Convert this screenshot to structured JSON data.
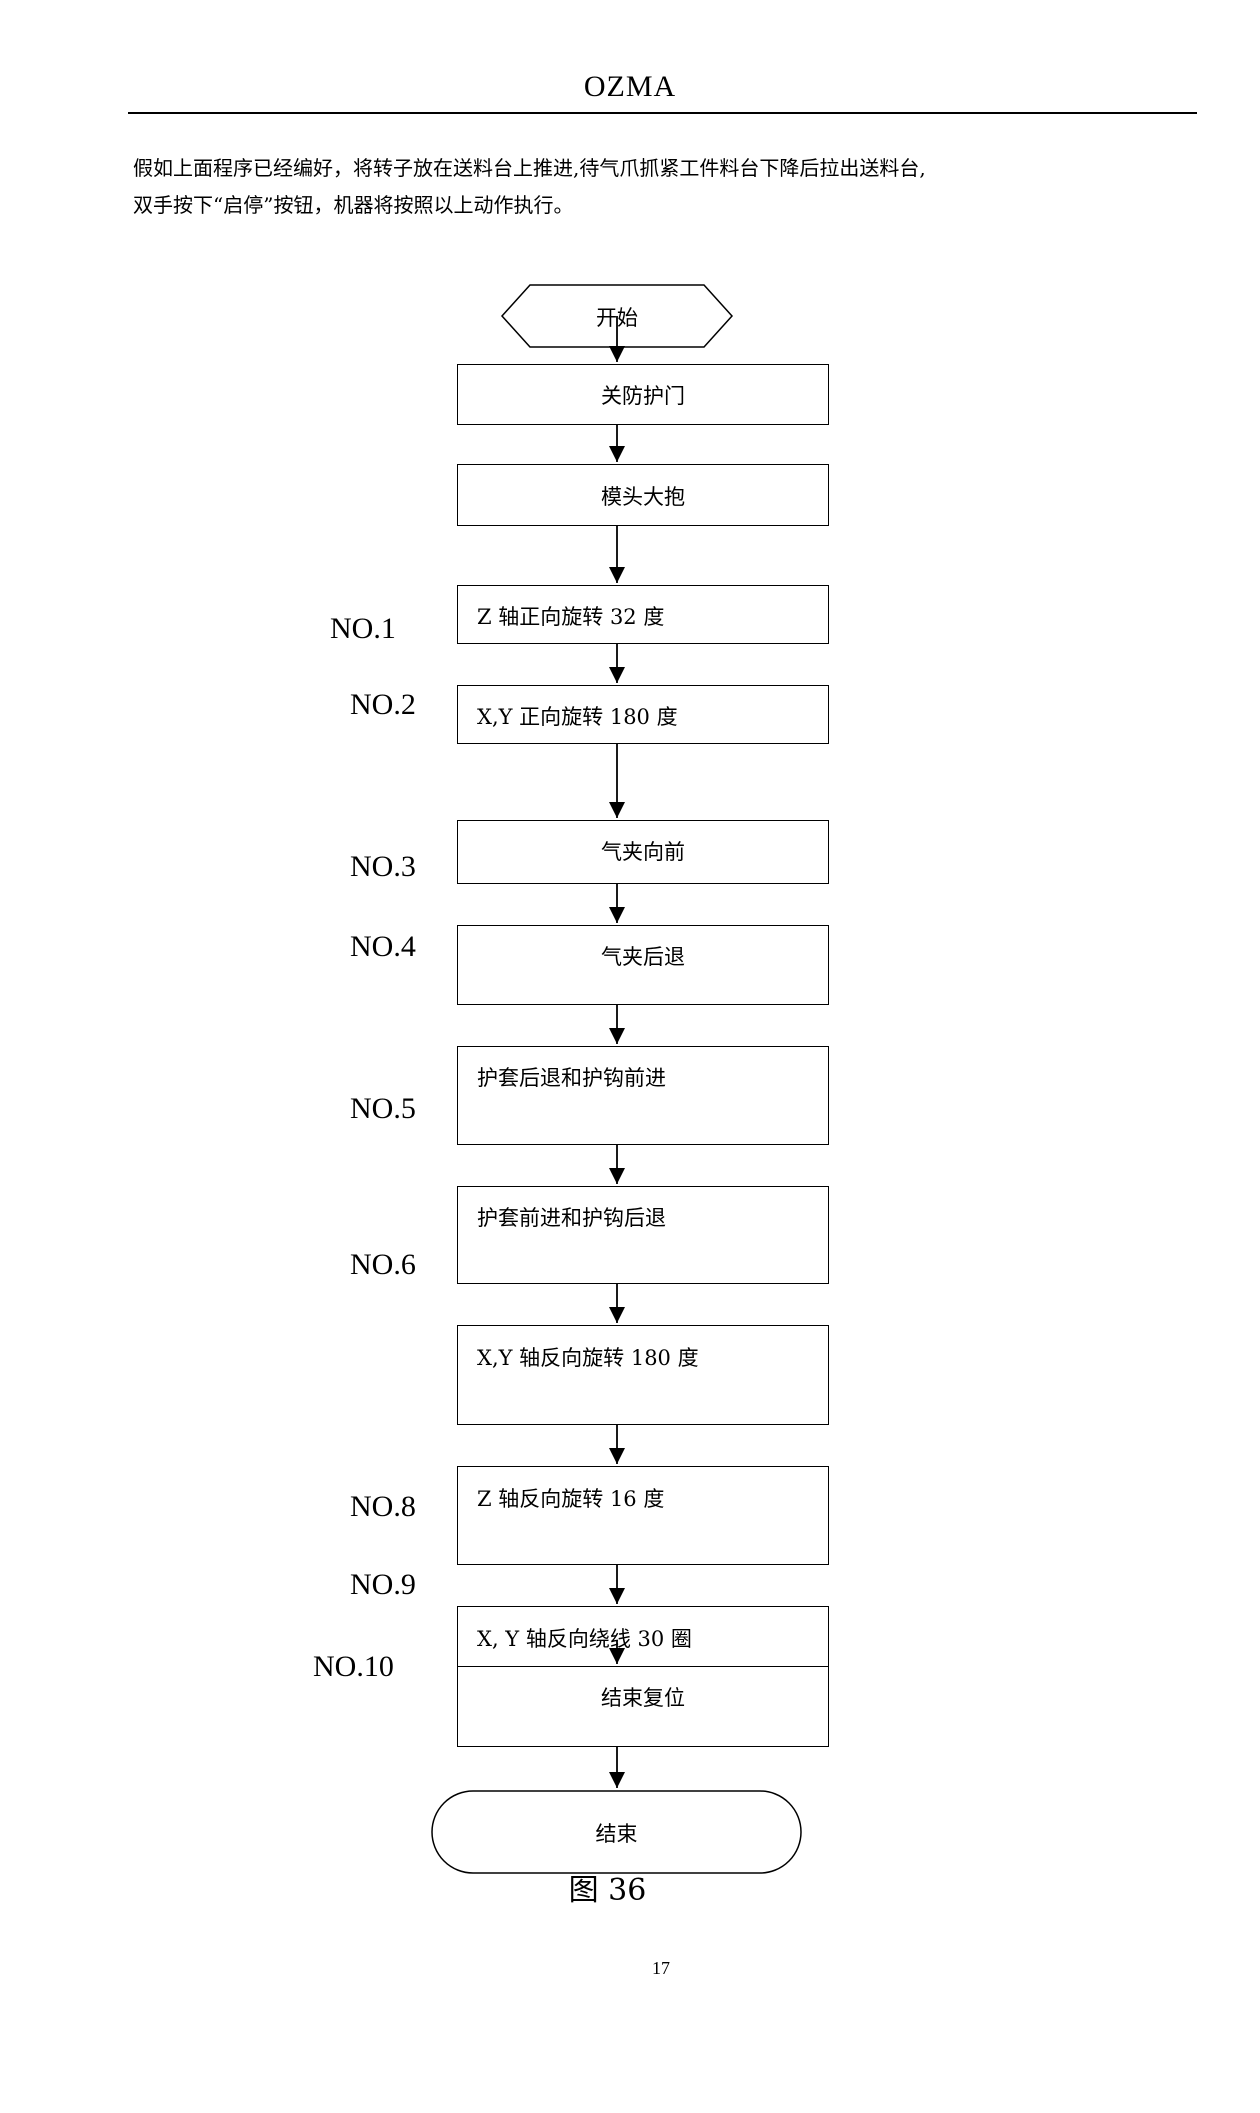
{
  "header": {
    "title": "OZMA"
  },
  "intro": {
    "line1": "假如上面程序已经编好，将转子放在送料台上推进,待气爪抓紧工件料台下降后拉出送料台,",
    "line2": "双手按下“启停”按钮，机器将按照以上动作执行。"
  },
  "flowchart": {
    "start": "开始",
    "steps": [
      {
        "text": "关防护门",
        "label": ""
      },
      {
        "text": "模头大抱",
        "label": ""
      },
      {
        "text": "Z  轴正向旋转 32 度",
        "label": "NO.1"
      },
      {
        "text": "X,Y  正向旋转 180 度",
        "label": "NO.2"
      },
      {
        "text": "气夹向前",
        "label": "NO.3"
      },
      {
        "text": "气夹后退",
        "label": "NO.4"
      },
      {
        "text": "护套后退和护钩前进",
        "label": "NO.5"
      },
      {
        "text": "护套前进和护钩后退",
        "label": "NO.6"
      },
      {
        "text": "X,Y  轴反向旋转 180 度",
        "label": ""
      },
      {
        "text": "Z  轴反向旋转 16 度",
        "label": "NO.8"
      },
      {
        "text": "X, Y  轴反向绕线 30 圈",
        "label": "NO.9"
      },
      {
        "text": "结束复位",
        "label": "NO.10"
      }
    ],
    "end": "结束"
  },
  "caption": "图 36",
  "page_number": "17"
}
